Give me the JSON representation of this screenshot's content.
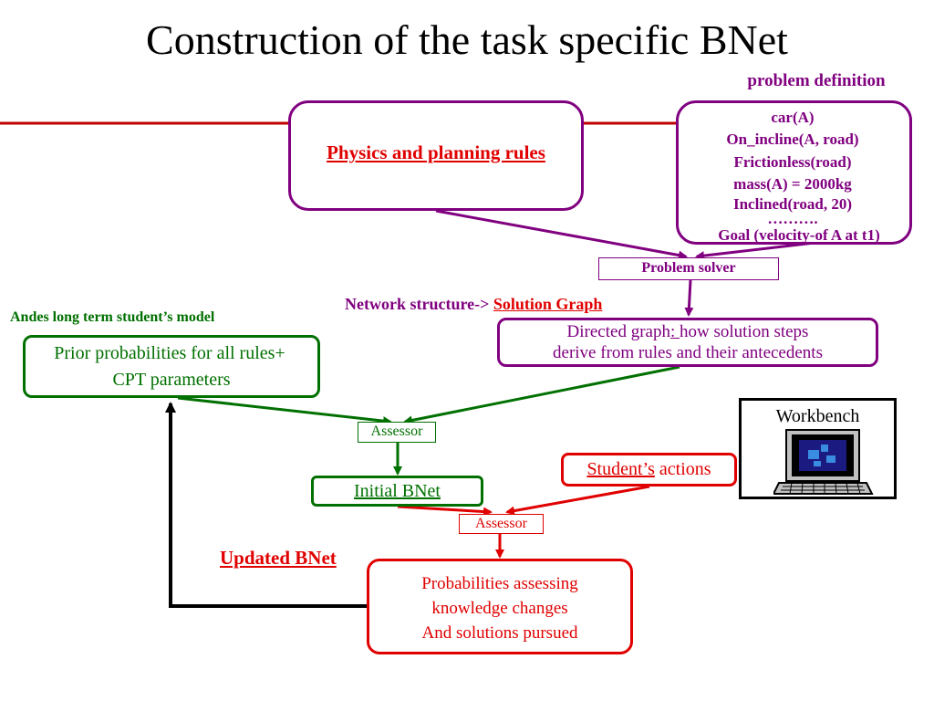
{
  "title": "Construction of the task specific BNet",
  "problem_definition": {
    "label": "problem definition",
    "lines": [
      "car(A)",
      "On_incline(A, road)",
      "Frictionless(road)",
      "mass(A) = 2000kg",
      "Inclined(road, 20)",
      "……….",
      "Goal (velocity-of A at t1)"
    ]
  },
  "rules_box": {
    "label": "Physics and planning rules "
  },
  "problem_solver": {
    "label": "Problem solver"
  },
  "network_structure": {
    "prefix": "Network structure-> ",
    "link": "Solution Graph "
  },
  "solution_graph": {
    "line1_a": "Directed graph",
    "line1_b": ": ",
    "line1_c": "how solution steps",
    "line2": "derive from rules and their antecedents"
  },
  "student_model": {
    "heading": "Andes long term  student’s model",
    "line1": "Prior probabilities for all rules+",
    "line2": "CPT parameters"
  },
  "assessor_1": {
    "label": "Assessor"
  },
  "assessor_2": {
    "label": "Assessor"
  },
  "initial_bnet": {
    "label": "Initial BNet"
  },
  "student_actions": {
    "underlined": "Student’s",
    "rest": " actions"
  },
  "workbench": {
    "label": "Workbench",
    "icon": "computer-icon"
  },
  "updated_bnet": {
    "label": "Updated BNet"
  },
  "probabilities_box": {
    "lines": [
      "Probabilities assessing",
      "knowledge changes",
      "And solutions pursued"
    ]
  },
  "colors": {
    "purple": "#800080",
    "green": "#007000",
    "red": "#e00000",
    "black": "#000000",
    "title_rule": "#c00000"
  }
}
